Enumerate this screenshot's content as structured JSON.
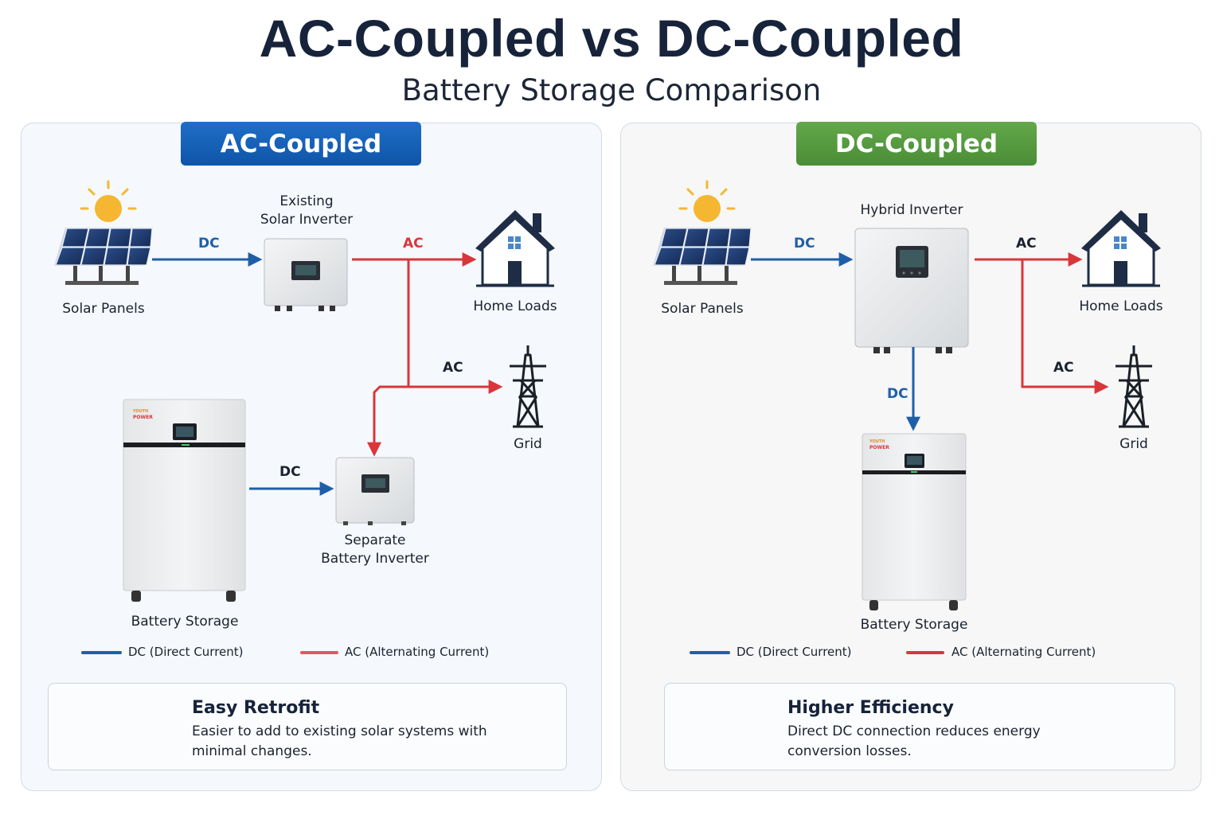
{
  "header": {
    "title": "AC-Coupled vs DC-Coupled",
    "subtitle": "Battery Storage Comparison"
  },
  "ac_panel": {
    "heading": "AC-Coupled",
    "solar_label": "Solar Panels",
    "inverter_label_line1": "Existing",
    "inverter_label_line2": "Solar Inverter",
    "home_label": "Home Loads",
    "grid_label": "Grid",
    "battery_label": "Battery Storage",
    "battery_inverter_line1": "Separate",
    "battery_inverter_line2": "Battery Inverter",
    "battery_brand_1": "YOUTH",
    "battery_brand_2": "POWER",
    "flow_solar": "DC",
    "flow_home": "AC",
    "flow_grid": "AC",
    "flow_battery": "DC",
    "legend_dc": "DC (Direct Current)",
    "legend_ac": "AC (Alternating Current)",
    "card_title": "Easy Retrofit",
    "card_desc": "Easier to add to existing solar systems with minimal changes.",
    "card_icon": "wrench-icon"
  },
  "dc_panel": {
    "heading": "DC-Coupled",
    "solar_label": "Solar Panels",
    "inverter_label": "Hybrid Inverter",
    "home_label": "Home Loads",
    "grid_label": "Grid",
    "battery_label": "Battery Storage",
    "battery_brand_1": "YOUTH",
    "battery_brand_2": "POWER",
    "flow_solar": "DC",
    "flow_home": "AC",
    "flow_grid": "AC",
    "flow_battery": "DC",
    "legend_dc": "DC (Direct Current)",
    "legend_ac": "AC (Alternating Current)",
    "card_title": "Higher Efficiency",
    "card_desc": "Direct DC connection reduces energy conversion losses.",
    "card_icon": "leaf-icon"
  },
  "colors": {
    "dc_line": "#1f5fa9",
    "ac_line": "#d9363a",
    "ac_accent": "#1a64bd",
    "dc_accent": "#569b40",
    "sun": "#f5b731"
  }
}
